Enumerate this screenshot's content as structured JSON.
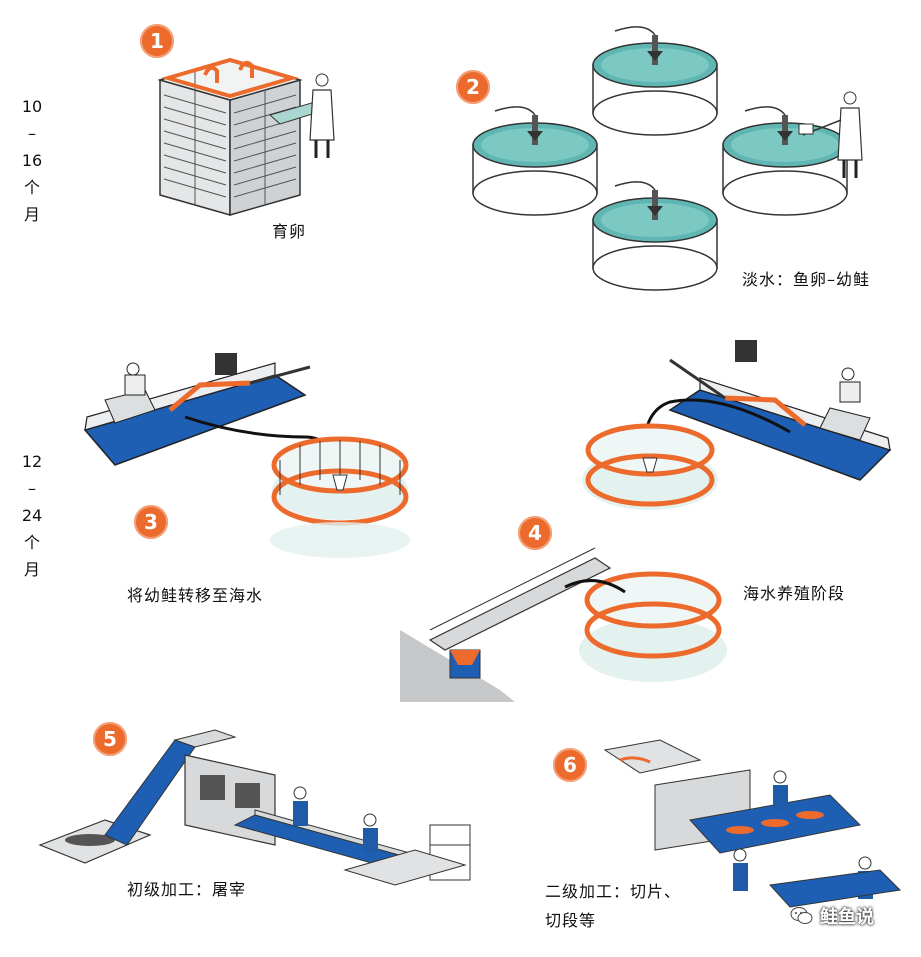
{
  "timeline": {
    "top": [
      "10",
      "–",
      "16",
      "个",
      "月"
    ],
    "bottom": [
      "12",
      "–",
      "24",
      "个",
      "月"
    ]
  },
  "steps": [
    {
      "number": "1",
      "caption": "育卵"
    },
    {
      "number": "2",
      "caption": "淡水：鱼卵–幼鲑"
    },
    {
      "number": "3",
      "caption": "将幼鲑转移至海水"
    },
    {
      "number": "4",
      "caption": "海水养殖阶段"
    },
    {
      "number": "5",
      "caption": "初级加工：屠宰"
    },
    {
      "number": "6",
      "caption": "二级加工：切片、",
      "caption_line2": "切段等"
    }
  ],
  "watermark": {
    "text": "鲑鱼说",
    "icon": "wechat-icon"
  },
  "colors": {
    "accent": "#ec6a2c",
    "water": "#5fb6b2",
    "hull": "#1e5fb4",
    "steel": "#d7d9da",
    "worker_blue": "#1f5ba8"
  }
}
